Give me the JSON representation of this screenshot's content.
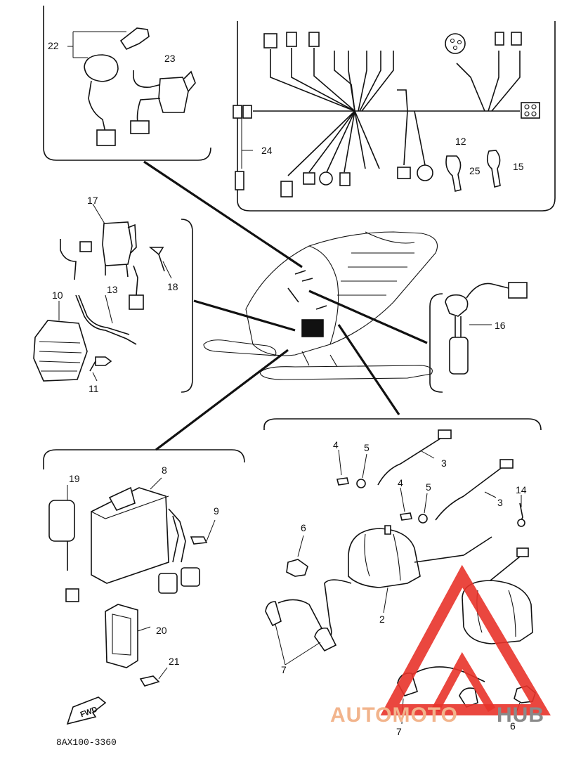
{
  "drawing_code": "8AX100-3360",
  "fwd_label": "FWD",
  "watermark": {
    "part1": "AUTOMOTO",
    "part2": "HUB",
    "color1": "#f2b48c",
    "color2": "#8a8a8a",
    "triangle_color": "#e8332a"
  },
  "callouts": [
    "22",
    "23",
    "12",
    "24",
    "25",
    "15",
    "17",
    "18",
    "10",
    "13",
    "11",
    "16",
    "19",
    "8",
    "9",
    "20",
    "21",
    "4",
    "5",
    "3",
    "4",
    "5",
    "3",
    "14",
    "6",
    "2",
    "7",
    "7",
    "6"
  ]
}
